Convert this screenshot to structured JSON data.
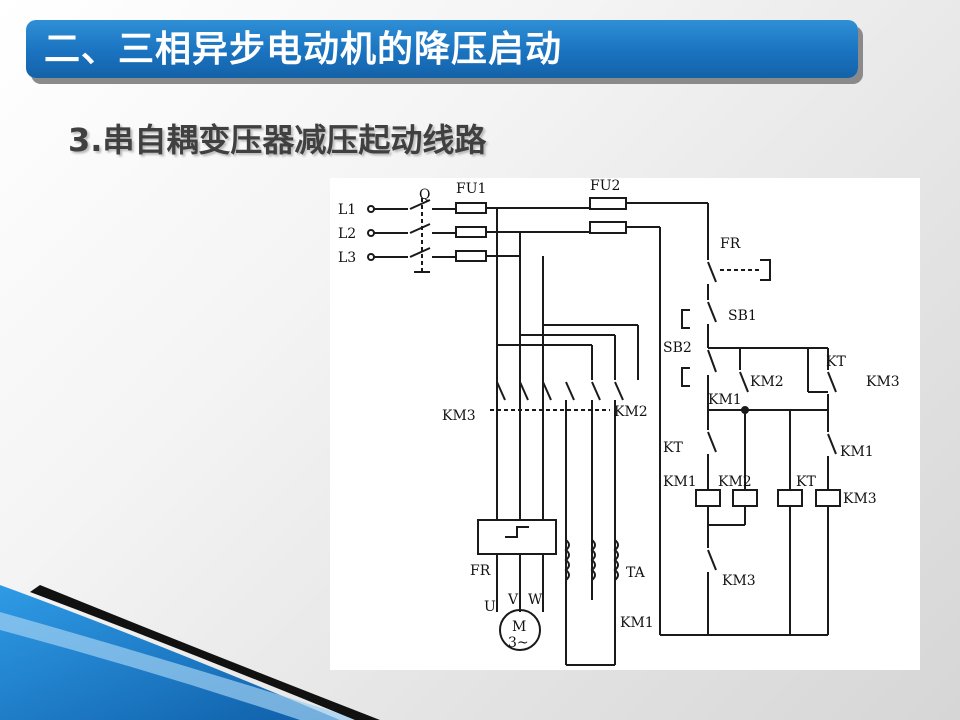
{
  "slide": {
    "title": "二、三相异步电动机的降压启动",
    "subtitle": "3.串自耦变压器减压起动线路"
  },
  "diagram": {
    "labels": {
      "L1": "L1",
      "L2": "L2",
      "L3": "L3",
      "Q": "Q",
      "FU1": "FU1",
      "FU2": "FU2",
      "FR_ctrl": "FR",
      "SB1": "SB1",
      "SB2": "SB2",
      "KT_top": "KT",
      "KM3_top": "KM3",
      "KM2_contact": "KM2",
      "KM1_contact": "KM1",
      "KT_contact": "KT",
      "KM1_mid": "KM1",
      "KM1_coil": "KM1",
      "KM2_coil": "KM2",
      "KT_coil": "KT",
      "KM3_coil": "KM3",
      "KM3_interlock": "KM3",
      "KM3_main": "KM3",
      "KM2_main": "KM2",
      "FR_main": "FR",
      "TA": "TA",
      "U": "U",
      "V": "V",
      "W": "W",
      "motor_M": "M",
      "motor_phase": "3~",
      "KM1_main": "KM1"
    }
  },
  "colors": {
    "title_bar": "#1a73c0",
    "title_text": "#ffffff",
    "subtitle_text": "#404040",
    "wire": "#1a1a1a"
  }
}
